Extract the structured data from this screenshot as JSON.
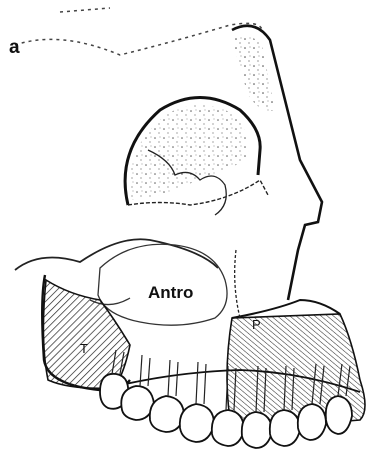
{
  "figure": {
    "panel_label": "a",
    "cavity_label": "Antro",
    "region_left_label": "T",
    "region_right_label": "P"
  },
  "colors": {
    "ink": "#111111",
    "background": "#ffffff"
  }
}
